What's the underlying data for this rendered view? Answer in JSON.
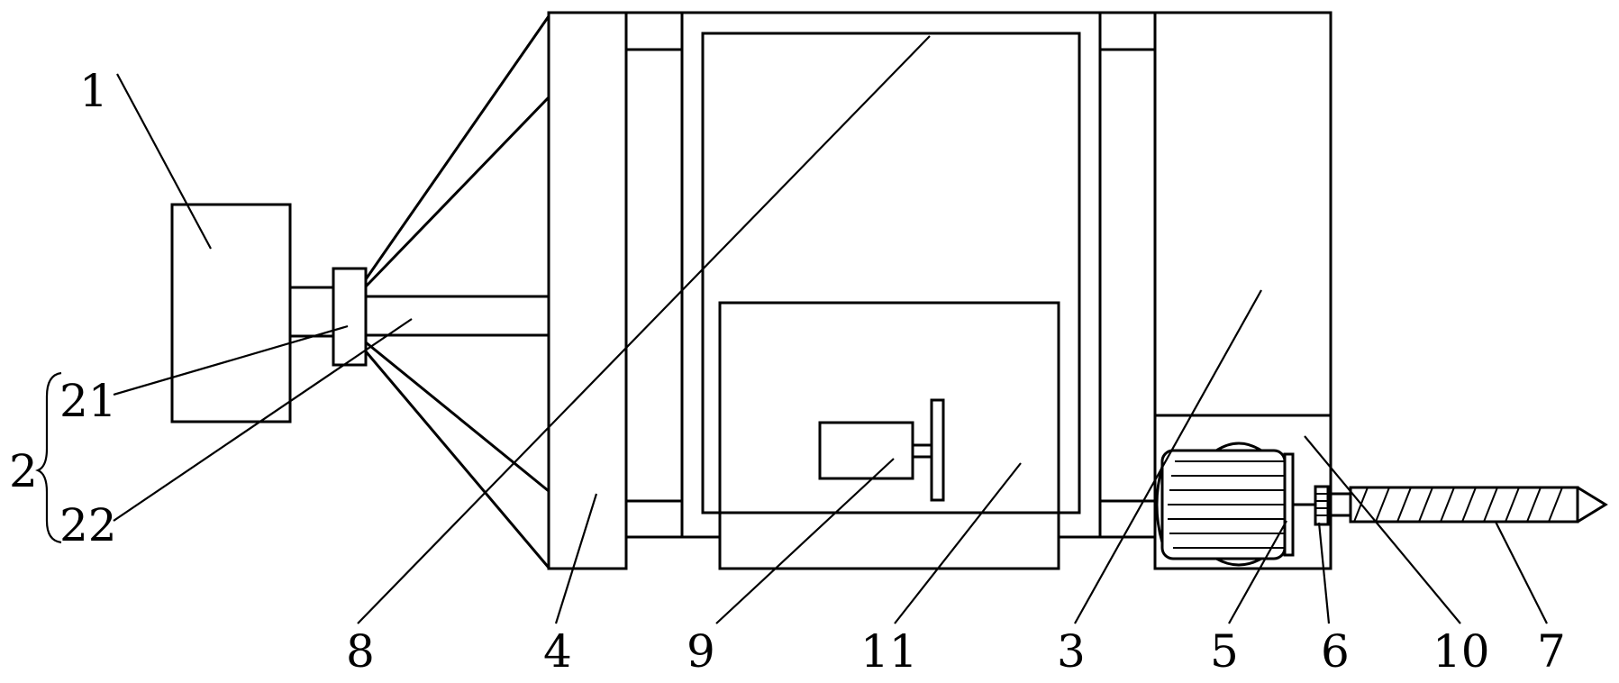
{
  "labels": {
    "l1": "1",
    "l2": "2",
    "l21": "21",
    "l22": "22",
    "l8": "8",
    "l4": "4",
    "l9": "9",
    "l11": "11",
    "l3": "3",
    "l5": "5",
    "l6": "6",
    "l10": "10",
    "l7": "7"
  }
}
